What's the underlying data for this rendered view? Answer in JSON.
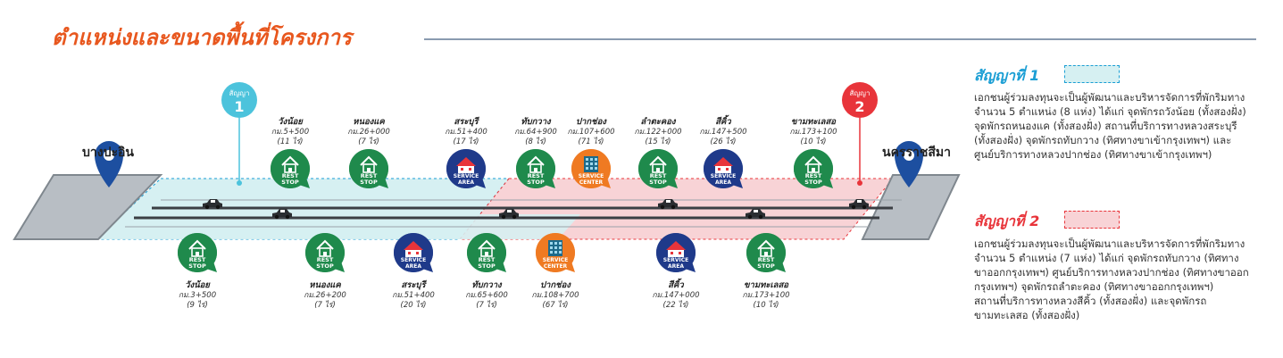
{
  "title": "ตำแหน่งและขนาดพื้นที่โครงการ",
  "cities": {
    "start": "บางปะอิน",
    "end": "นครราชสีมา"
  },
  "pins": [
    {
      "label": "สัญญา",
      "num": "1",
      "color": "#4cc3dc"
    },
    {
      "label": "สัญญา",
      "num": "2",
      "color": "#e8343a"
    }
  ],
  "facilities": {
    "rest": {
      "line1": "REST",
      "line2": "STOP",
      "color": "#1f8a4c"
    },
    "service": {
      "line1": "SERVICE",
      "line2": "AREA",
      "color": "#1f3a8a"
    },
    "center": {
      "line1": "SERVICE",
      "line2": "CENTER",
      "color": "#ef7a22"
    }
  },
  "top_stations": [
    {
      "kind": "rest",
      "name": "วังน้อย",
      "km": "กม.5+500",
      "area": "(11 ไร่)"
    },
    {
      "kind": "rest",
      "name": "หนองแค",
      "km": "กม.26+000",
      "area": "(7 ไร่)"
    },
    {
      "kind": "service",
      "name": "สระบุรี",
      "km": "กม.51+400",
      "area": "(17 ไร่)"
    },
    {
      "kind": "rest",
      "name": "ทับกวาง",
      "km": "กม.64+900",
      "area": "(8 ไร่)"
    },
    {
      "kind": "center",
      "name": "ปากช่อง",
      "km": "กม.107+600",
      "area": "(71 ไร่)"
    },
    {
      "kind": "rest",
      "name": "ลำตะคอง",
      "km": "กม.122+000",
      "area": "(15 ไร่)"
    },
    {
      "kind": "service",
      "name": "สีคิ้ว",
      "km": "กม.147+500",
      "area": "(26 ไร่)"
    },
    {
      "kind": "rest",
      "name": "ขามทะเลสอ",
      "km": "กม.173+100",
      "area": "(10 ไร่)"
    }
  ],
  "bottom_stations": [
    {
      "kind": "rest",
      "name": "วังน้อย",
      "km": "กม.3+500",
      "area": "(9 ไร่)"
    },
    {
      "kind": "rest",
      "name": "หนองแค",
      "km": "กม.26+200",
      "area": "(7 ไร่)"
    },
    {
      "kind": "service",
      "name": "สระบุรี",
      "km": "กม.51+400",
      "area": "(20 ไร่)"
    },
    {
      "kind": "rest",
      "name": "ทับกวาง",
      "km": "กม.65+600",
      "area": "(7 ไร่)"
    },
    {
      "kind": "center",
      "name": "ปากช่อง",
      "km": "กม.108+700",
      "area": "(67 ไร่)"
    },
    {
      "kind": "service",
      "name": "สีคิ้ว",
      "km": "กม.147+000",
      "area": "(22 ไร่)"
    },
    {
      "kind": "rest",
      "name": "ขามทะเลสอ",
      "km": "กม.173+100",
      "area": "(10 ไร่)"
    }
  ],
  "contract1": {
    "heading": "สัญญาที่ 1",
    "color": "#1a9ed4",
    "zone_color": "#d6f0f2",
    "lines": [
      "เอกชนผู้ร่วมลงทุนจะเป็นผู้พัฒนาและบริหารจัดการที่พักริมทาง",
      "จำนวน 5 ตำแหน่ง (8 แห่ง) ได้แก่ จุดพักรถวังน้อย (ทั้งสองฝั่ง)",
      "จุดพักรถหนองแค (ทั้งสองฝั่ง) สถานที่บริการทางหลวงสระบุรี",
      "(ทั้งสองฝั่ง) จุดพักรถทับกวาง (ทิศทางขาเข้ากรุงเทพฯ) และ",
      "ศูนย์บริการทางหลวงปากช่อง (ทิศทางขาเข้ากรุงเทพฯ)"
    ]
  },
  "contract2": {
    "heading": "สัญญาที่ 2",
    "color": "#e8343a",
    "zone_color": "#f8d3d6",
    "lines": [
      "เอกชนผู้ร่วมลงทุนจะเป็นผู้พัฒนาและบริหารจัดการที่พักริมทาง",
      "จำนวน 5 ตำแหน่ง (7 แห่ง) ได้แก่ จุดพักรถทับกวาง (ทิศทาง",
      "ขาออกกรุงเทพฯ) ศูนย์บริการทางหลวงปากช่อง (ทิศทางขาออก",
      "กรุงเทพฯ) จุดพักรถลำตะคอง (ทิศทางขาออกกรุงเทพฯ)",
      "สถานที่บริการทางหลวงสีคิ้ว (ทั้งสองฝั่ง) และจุดพักรถ",
      "ขามทะเลสอ (ทั้งสองฝั่ง)"
    ]
  }
}
